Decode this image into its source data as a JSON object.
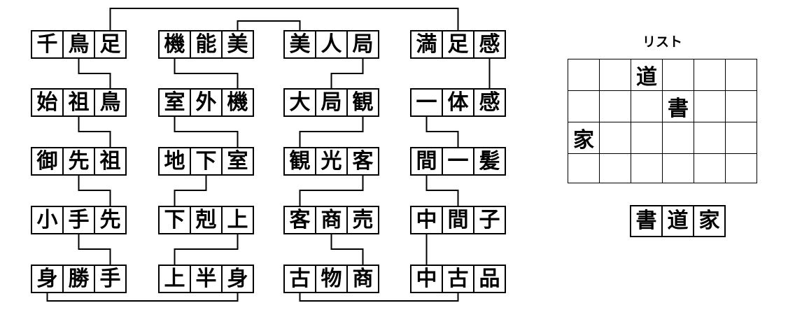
{
  "list_label": "リスト",
  "words": [
    {
      "text": "千鳥足",
      "chars": [
        "千",
        "鳥",
        "足"
      ]
    },
    {
      "text": "始祖鳥",
      "chars": [
        "始",
        "祖",
        "鳥"
      ]
    },
    {
      "text": "御先祖",
      "chars": [
        "御",
        "先",
        "祖"
      ]
    },
    {
      "text": "小手先",
      "chars": [
        "小",
        "手",
        "先"
      ]
    },
    {
      "text": "身勝手",
      "chars": [
        "身",
        "勝",
        "手"
      ]
    },
    {
      "text": "機能美",
      "chars": [
        "機",
        "能",
        "美"
      ]
    },
    {
      "text": "室外機",
      "chars": [
        "室",
        "外",
        "機"
      ]
    },
    {
      "text": "地下室",
      "chars": [
        "地",
        "下",
        "室"
      ]
    },
    {
      "text": "下剋上",
      "chars": [
        "下",
        "剋",
        "上"
      ]
    },
    {
      "text": "上半身",
      "chars": [
        "上",
        "半",
        "身"
      ]
    },
    {
      "text": "美人局",
      "chars": [
        "美",
        "人",
        "局"
      ]
    },
    {
      "text": "大局観",
      "chars": [
        "大",
        "局",
        "観"
      ]
    },
    {
      "text": "観光客",
      "chars": [
        "観",
        "光",
        "客"
      ]
    },
    {
      "text": "客商売",
      "chars": [
        "客",
        "商",
        "売"
      ]
    },
    {
      "text": "古物商",
      "chars": [
        "古",
        "物",
        "商"
      ]
    },
    {
      "text": "満足感",
      "chars": [
        "満",
        "足",
        "感"
      ]
    },
    {
      "text": "一体感",
      "chars": [
        "一",
        "体",
        "感"
      ]
    },
    {
      "text": "間一髪",
      "chars": [
        "間",
        "一",
        "髪"
      ]
    },
    {
      "text": "中間子",
      "chars": [
        "中",
        "間",
        "子"
      ]
    },
    {
      "text": "中古品",
      "chars": [
        "中",
        "古",
        "品"
      ]
    }
  ],
  "answer": {
    "text": "書道家",
    "chars": [
      "書",
      "道",
      "家"
    ]
  },
  "grid": {
    "rows": 4,
    "cols": 6,
    "cells": [
      [
        "",
        "",
        "道",
        "",
        "",
        ""
      ],
      [
        "",
        "",
        "",
        "書",
        "",
        ""
      ],
      [
        "家",
        "",
        "",
        "",
        "",
        ""
      ],
      [
        "",
        "",
        "",
        "",
        "",
        ""
      ]
    ]
  },
  "colors": {
    "line": "#000000",
    "border": "#000000",
    "background": "#ffffff"
  }
}
